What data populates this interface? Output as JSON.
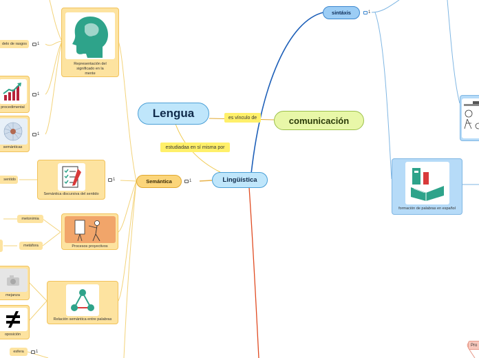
{
  "central": {
    "label": "Lingüística"
  },
  "lengua": {
    "label": "Lengua"
  },
  "comunicacion": {
    "label": "comunicación"
  },
  "semantica": {
    "label": "Semántica",
    "comment_count": "1"
  },
  "sintaxis": {
    "label": "sintáxis",
    "comment_count": "1"
  },
  "relations": {
    "es_vinculo": "es vínculo de",
    "estudiada": "estudiadaa en sí misma por"
  },
  "semantica_children": {
    "representacion": {
      "caption": "Representación del significado en la mente",
      "icon": "head-icon"
    },
    "discursiva": {
      "caption": "Semántica discursiva del sentido",
      "icon": "checklist-icon",
      "comment_count": "1"
    },
    "proyectivos": {
      "caption": "Procesos proyectivos",
      "icon": "presenter-icon"
    },
    "relacion": {
      "caption": "Relación semántica entre palabras",
      "icon": "network-icon"
    }
  },
  "leaves": {
    "modelo_rasgos": {
      "label": "delo de rasgos",
      "comment_count": "1"
    },
    "procedimental": {
      "label": "procedimental",
      "comment_count": "1"
    },
    "semanticas": {
      "label": "semánticas",
      "comment_count": "1"
    },
    "sentido": {
      "label": "sentido"
    },
    "metonimia": {
      "label": "metonimia"
    },
    "metafora": {
      "label": "metáfora"
    },
    "semejanza": {
      "label": "mejanza"
    },
    "oposicion": {
      "label": "oposición"
    },
    "esfera": {
      "label": "esfera",
      "comment_count": "1"
    },
    "formacion": {
      "caption": "formación de palabras en español",
      "icon": "books-icon"
    },
    "pro_tag": {
      "label": "Pro"
    }
  },
  "colors": {
    "blue_branch": "#1d5fb8",
    "orange_branch": "#e8b24a",
    "red_branch": "#e04a20",
    "thin_blue": "#7fb6e3"
  }
}
